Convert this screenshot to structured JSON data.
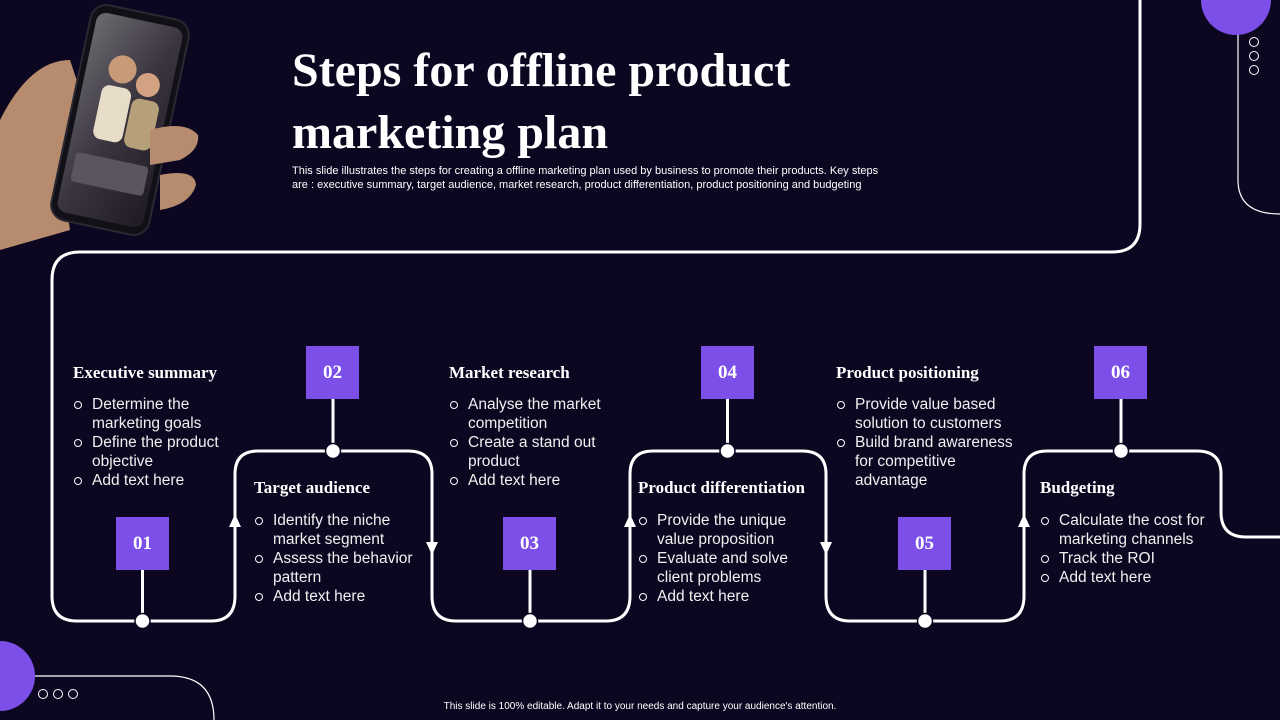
{
  "slide": {
    "title": "Steps for offline product marketing plan",
    "subtitle": "This slide illustrates the steps for creating a offline marketing plan used by business to promote their products. Key steps are : executive summary, target audience, market research, product differentiation, product positioning and budgeting",
    "footer": "This slide is 100% editable. Adapt it to your needs and capture your audience's attention."
  },
  "colors": {
    "background": "#0d0620",
    "accent": "#7b4fe8",
    "line": "#ffffff"
  },
  "steps": [
    {
      "number": "01",
      "title": "Executive summary",
      "bullets": [
        "Determine the marketing goals",
        "Define the product objective",
        "Add text here"
      ]
    },
    {
      "number": "02",
      "title": "Target audience",
      "bullets": [
        "Identify the niche market segment",
        "Assess the behavior pattern",
        "Add text here"
      ]
    },
    {
      "number": "03",
      "title": "Market research",
      "bullets": [
        "Analyse the market competition",
        "Create a stand out product",
        "Add text here"
      ]
    },
    {
      "number": "04",
      "title": "Product differentiation",
      "bullets": [
        "Provide the unique value proposition",
        "Evaluate and solve client problems",
        "Add text here"
      ]
    },
    {
      "number": "05",
      "title": "Product positioning",
      "bullets": [
        "Provide value based solution to customers",
        "Build brand awareness for competitive advantage"
      ]
    },
    {
      "number": "06",
      "title": "Budgeting",
      "bullets": [
        "Calculate the cost for marketing channels",
        "Track the ROI",
        "Add text here"
      ]
    }
  ],
  "icons": {
    "photo": "phone-photo-icon",
    "decor": "circle-dots-icon"
  }
}
